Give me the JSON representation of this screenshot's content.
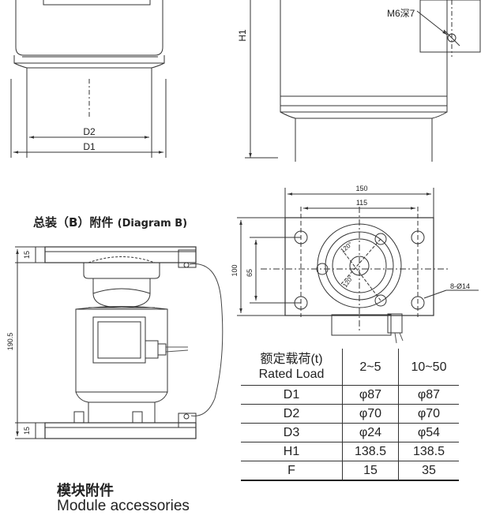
{
  "top_view": {
    "h1_label": "H1",
    "d2_label": "D2",
    "d1_label": "D1",
    "thread_label": "M6深7"
  },
  "diagram_b": {
    "heading_cn": "总装（B）附件",
    "heading_en": "(Diagram B)",
    "dim_top": "15",
    "dim_bottom": "15",
    "dim_height": "190.5"
  },
  "plan_view": {
    "dim_150": "150",
    "dim_115": "115",
    "dim_100": "100",
    "dim_65": "65",
    "angle_1": "120°",
    "angle_2": "120°",
    "holes": "8-Ø14"
  },
  "specs_table": {
    "header": {
      "cn": "额定载荷(t)",
      "en": "Rated Load",
      "col1": "2~5",
      "col2": "10~50"
    },
    "rows": [
      {
        "label": "D1",
        "v1": "φ87",
        "v2": "φ87"
      },
      {
        "label": "D2",
        "v1": "φ70",
        "v2": "φ70"
      },
      {
        "label": "D3",
        "v1": "φ24",
        "v2": "φ54"
      },
      {
        "label": "H1",
        "v1": "138.5",
        "v2": "138.5"
      },
      {
        "label": "F",
        "v1": "15",
        "v2": "35"
      }
    ]
  },
  "footer": {
    "title_cn": "模块附件",
    "title_en": "Module accessories"
  }
}
